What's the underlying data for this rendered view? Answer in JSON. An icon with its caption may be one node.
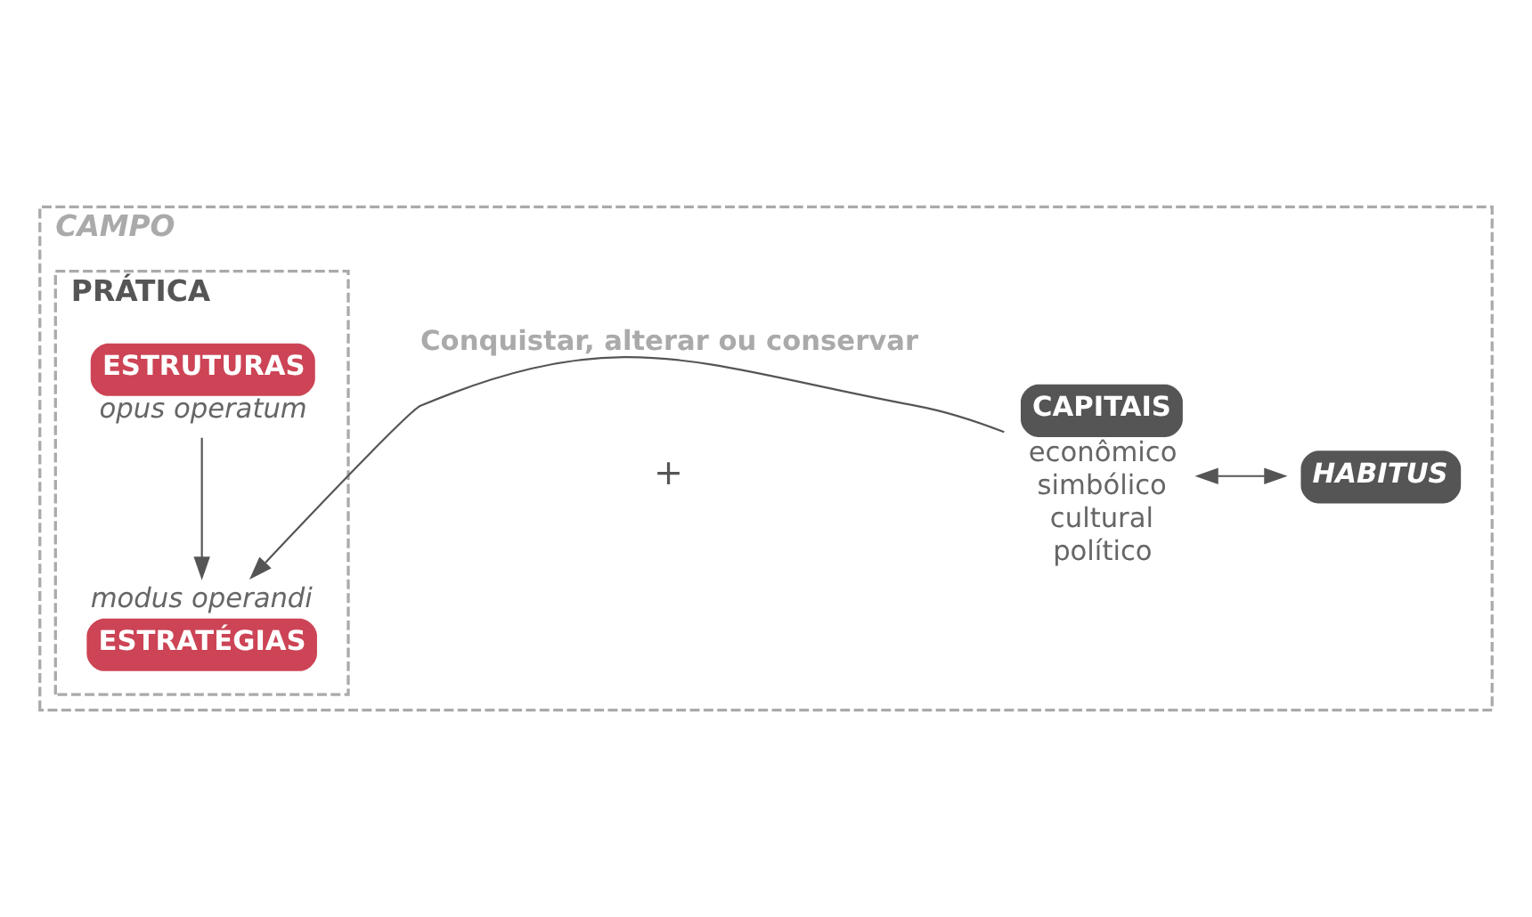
{
  "diagram": {
    "nodes": [
      {
        "text": [
          "CAMPO"
        ]
      },
      {
        "text": [
          "PRÁTICA"
        ],
        "in": 0
      },
      {
        "text": [
          "ESTRUTURAS"
        ],
        "in": 1,
        "beside": [
          "opus operatum"
        ]
      },
      {
        "text": [
          "ESTRATÉGIAS"
        ],
        "in": 1,
        "beside": [
          "modus operandi"
        ]
      },
      {
        "text": [
          "CAPITAIS"
        ],
        "in": 0,
        "beside": [
          "econômico",
          "simbólico",
          "cultural",
          "político"
        ]
      },
      {
        "text": [
          "HABITUS"
        ],
        "in": 0
      }
    ],
    "edges": [
      {
        "from": 2,
        "to": 3,
        "arrow": "to"
      },
      {
        "from": 4,
        "to": 5,
        "arrow": "both"
      },
      {
        "from": 4,
        "to": 3,
        "arrow": "to",
        "label": "Conquistar, alterar ou conservar"
      }
    ],
    "labels": [
      "+"
    ]
  }
}
